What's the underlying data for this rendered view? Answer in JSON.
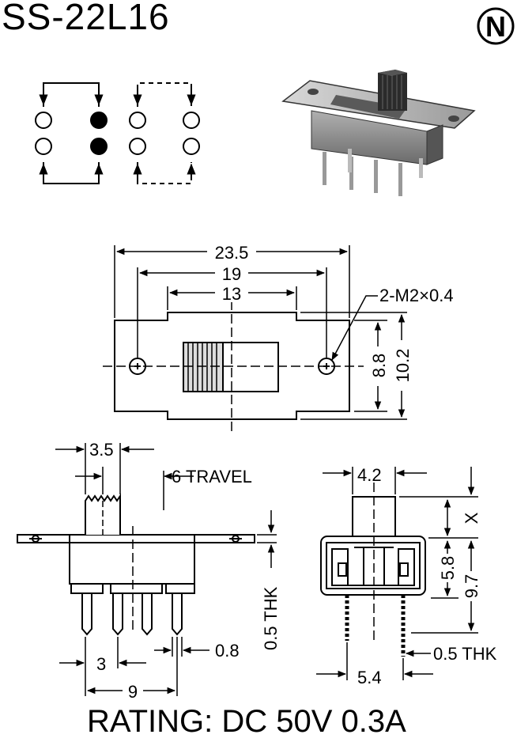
{
  "header": {
    "model": "SS-22L16",
    "logo_letter": "N"
  },
  "footer": {
    "rating": "RATING: DC 50V 0.3A"
  },
  "top_view": {
    "dim_overall": "23.5",
    "dim_holes": "19",
    "dim_slot": "13",
    "screw_label": "2-M2×0.4",
    "dim_inner_height": "8.8",
    "dim_outer_height": "10.2"
  },
  "side_view": {
    "dim_actuator": "3.5",
    "travel_label": "6 TRAVEL",
    "thickness_label": "0.5 THK",
    "dim_pin_width": "0.8",
    "dim_pitch": "3",
    "dim_span": "9"
  },
  "end_view": {
    "dim_actuator": "4.2",
    "dim_x": "X",
    "dim_body": "5.8",
    "dim_total": "9.7",
    "thickness_label": "0.5 THK",
    "dim_pin_spacing": "5.4"
  },
  "colors": {
    "ink": "#000000",
    "body_gray": "#8a8a8a",
    "actuator": "#2b2b2b"
  }
}
